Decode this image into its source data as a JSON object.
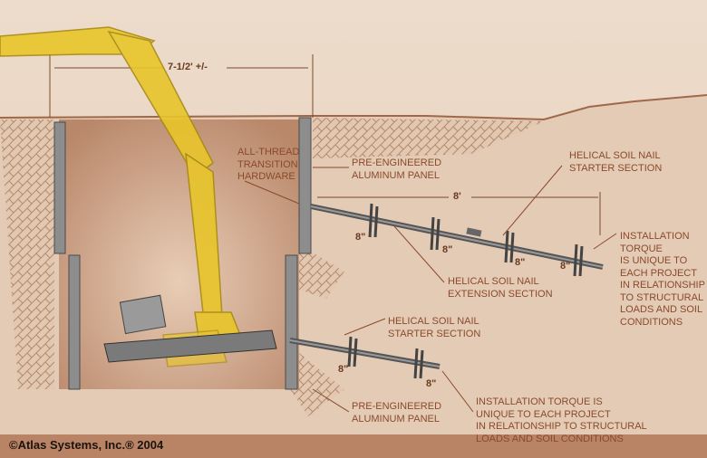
{
  "dimensions": {
    "excavator_reach": "7-1/2' +/-",
    "nail_length": "8'",
    "helix_spacing_top": [
      "8\"",
      "8\"",
      "8\"",
      "8\""
    ],
    "helix_spacing_bottom": [
      "8\"",
      "8\""
    ]
  },
  "labels": {
    "all_thread": "ALL-THREAD\nTRANSITION\nHARDWARE",
    "panel_top": "PRE-ENGINEERED\nALUMINUM PANEL",
    "starter_top": "HELICAL SOIL NAIL\nSTARTER SECTION",
    "extension": "HELICAL SOIL NAIL\nEXTENSION SECTION",
    "torque_right": "INSTALLATION\nTORQUE\nIS UNIQUE TO\nEACH PROJECT\nIN RELATIONSHIP\nTO STRUCTURAL\nLOADS AND SOIL\nCONDITIONS",
    "starter_bottom": "HELICAL SOIL NAIL\nSTARTER SECTION",
    "panel_bottom": "PRE-ENGINEERED\nALUMINUM PANEL",
    "torque_bottom": "INSTALLATION TORQUE IS\nUNIQUE TO EACH PROJECT\nIN RELATIONSHIP TO STRUCTURAL\nLOADS AND SOIL CONDITIONS"
  },
  "copyright": "©Atlas Systems, Inc.® 2004",
  "colors": {
    "soil": "#d9b79c",
    "label": "#8a4a2c",
    "excavator": "#e8c52a",
    "nail": "#6e6e6e"
  }
}
